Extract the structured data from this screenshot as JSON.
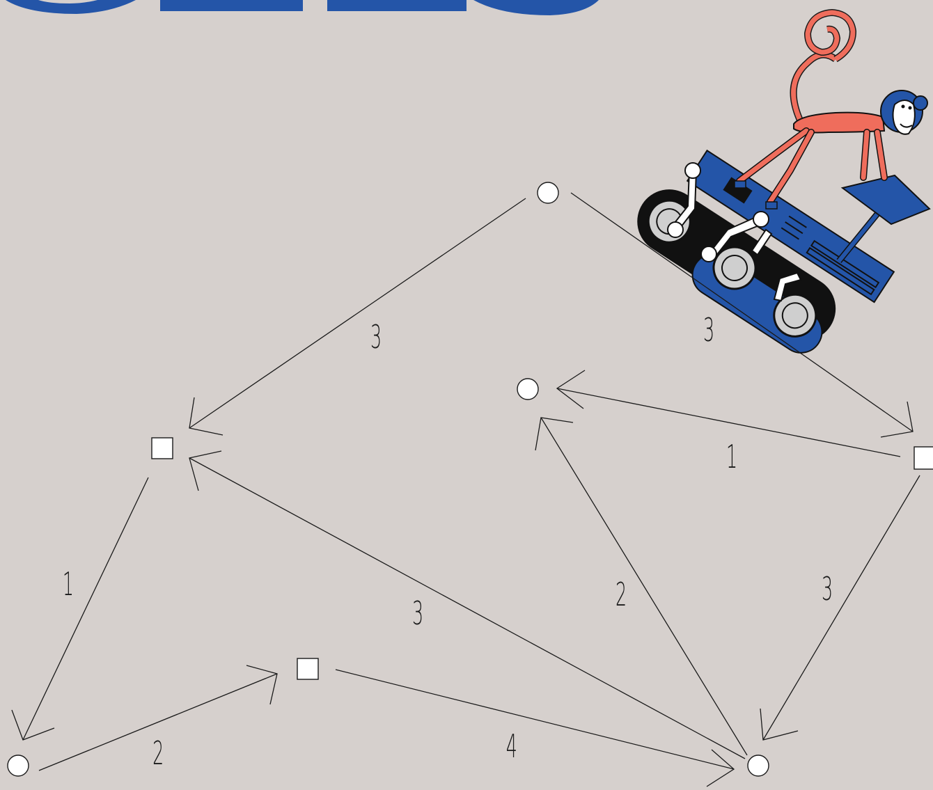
{
  "colors": {
    "background": "#d6d0cd",
    "title_blue": "#2455a8",
    "monkey_orange": "#ef6d5c",
    "monkey_blue": "#2455a8",
    "line": "#1a1a1a"
  },
  "graph": {
    "nodes": [
      {
        "id": "A",
        "shape": "circle"
      },
      {
        "id": "B",
        "shape": "circle"
      },
      {
        "id": "C",
        "shape": "square"
      },
      {
        "id": "D",
        "shape": "square"
      },
      {
        "id": "E",
        "shape": "circle"
      },
      {
        "id": "F",
        "shape": "square"
      },
      {
        "id": "G",
        "shape": "circle"
      }
    ],
    "edges": [
      {
        "from": "A",
        "to": "C",
        "weight": "3"
      },
      {
        "from": "A",
        "to": "D",
        "weight": "3"
      },
      {
        "from": "D",
        "to": "B",
        "weight": "1"
      },
      {
        "from": "C",
        "to": "E",
        "weight": "1"
      },
      {
        "from": "E",
        "to": "F",
        "weight": "2"
      },
      {
        "from": "G",
        "to": "C",
        "weight": "3"
      },
      {
        "from": "G",
        "to": "B",
        "weight": "2"
      },
      {
        "from": "D",
        "to": "G",
        "weight": "3"
      },
      {
        "from": "F",
        "to": "G",
        "weight": "4"
      }
    ]
  },
  "illustration": {
    "subject": "monkey-riding-robot-cart"
  }
}
